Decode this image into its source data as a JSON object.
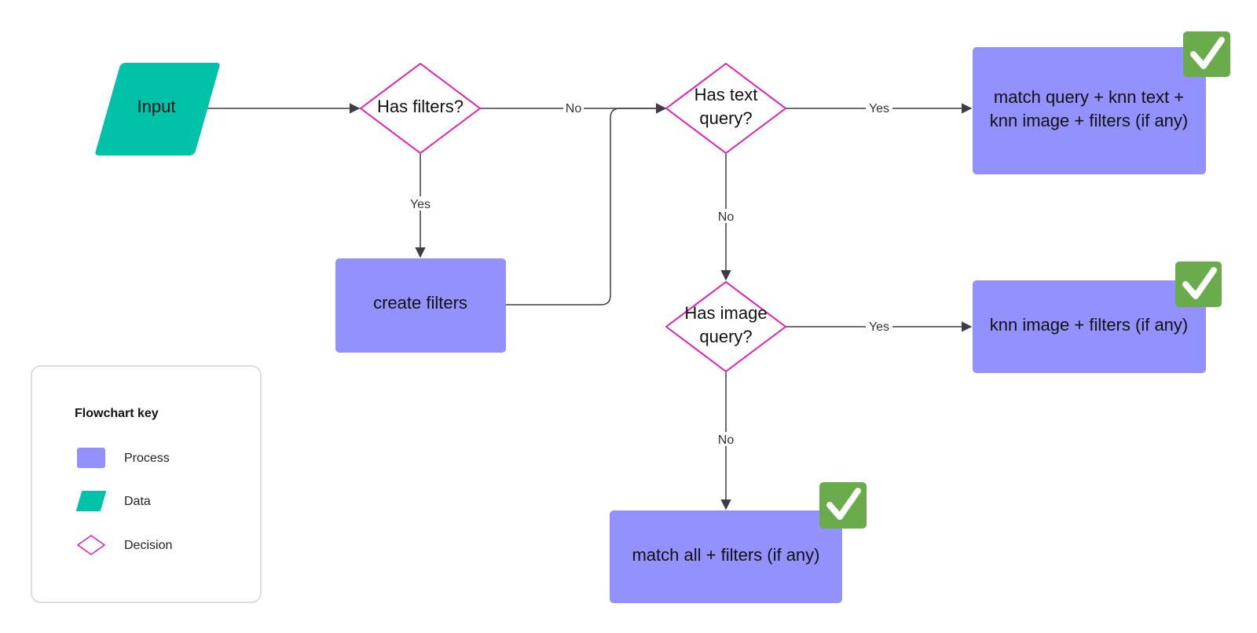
{
  "colors": {
    "process": "#9391fd",
    "data": "#00c2a8",
    "decision_stroke": "#e020b4",
    "check": "#6aab4c",
    "edge": "#3d3d4a"
  },
  "nodes": {
    "input": "Input",
    "has_filters": "Has filters?",
    "create_filters": "create filters",
    "has_text_query": [
      "Has text",
      "query?"
    ],
    "has_image_query": [
      "Has image",
      "query?"
    ],
    "match_query_knn": [
      "match query + knn text +",
      "knn image + filters (if any)"
    ],
    "knn_image_filters": "knn image + filters (if any)",
    "match_all_filters": "match all + filters (if any)"
  },
  "edge_labels": {
    "filters_no": "No",
    "filters_yes": "Yes",
    "text_yes": "Yes",
    "text_no": "No",
    "image_yes": "Yes",
    "image_no": "No"
  },
  "key": {
    "title": "Flowchart key",
    "items": [
      {
        "label": "Process",
        "shape": "rectangle"
      },
      {
        "label": "Data",
        "shape": "parallelogram"
      },
      {
        "label": "Decision",
        "shape": "diamond"
      }
    ]
  },
  "badges": {
    "icon": "checkmark-icon"
  }
}
